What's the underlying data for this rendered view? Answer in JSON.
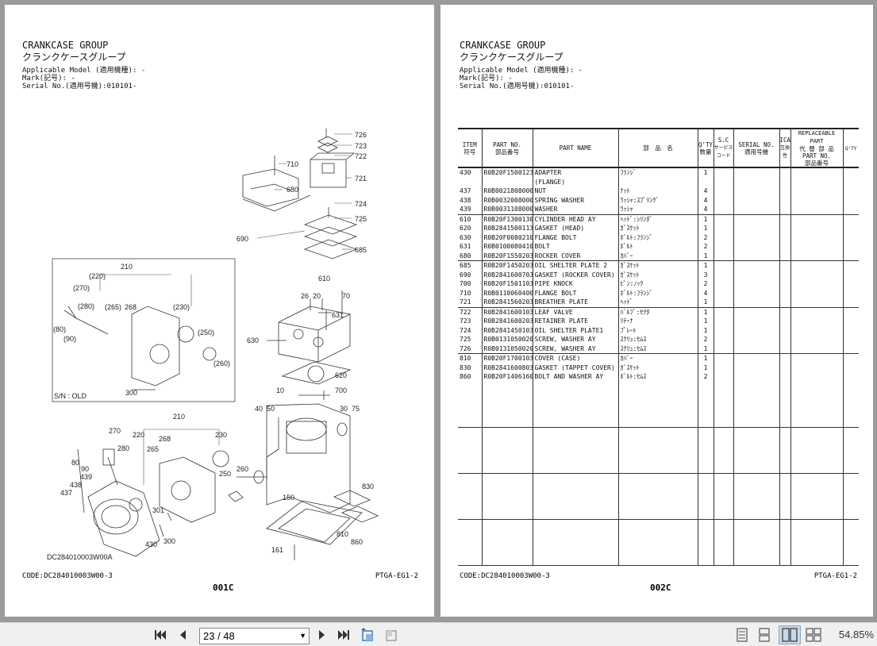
{
  "left_page": {
    "title": "CRANKCASE GROUP",
    "title_jp": "クランクケースグループ",
    "applicable_model": "Applicable Model (適用機種): -",
    "mark": "Mark(記号): -",
    "serial": "Serial No.(適用号機):010101-",
    "code": "CODE:DC284010003W00-3",
    "ref": "PTGA-EG1-2",
    "page_label": "001C",
    "diagram": {
      "callouts": [
        "726",
        "723",
        "722",
        "721",
        "710",
        "680",
        "724",
        "725",
        "690",
        "685",
        "610",
        "26",
        "20",
        "70",
        "631",
        "630",
        "620",
        "10",
        "700",
        "40",
        "50",
        "30",
        "75",
        "830",
        "810",
        "860",
        "150",
        "161",
        "210",
        "270",
        "280",
        "220",
        "265",
        "268",
        "230",
        "260",
        "250",
        "80",
        "90",
        "439",
        "438",
        "437",
        "301",
        "300",
        "430",
        "(270)",
        "(220)",
        "(280)",
        "(265)",
        "268",
        "(230)",
        "(80)",
        "(90)",
        "(250)",
        "(260)",
        "300",
        "210"
      ],
      "old_label": "S/N : OLD",
      "drawing_code": "DC284010003W00A"
    }
  },
  "right_page": {
    "title": "CRANKCASE GROUP",
    "title_jp": "クランクケースグループ",
    "applicable_model": "Applicable Model (適用機種): -",
    "mark": "Mark(記号): -",
    "serial": "Serial No.(適用号機):010101-",
    "code": "CODE:DC284010003W00-3",
    "ref": "PTGA-EG1-2",
    "page_label": "002C",
    "table": {
      "headers": {
        "item": "ITEM",
        "item_jp": "符号",
        "part_no": "PART NO.",
        "part_no_jp": "部品番号",
        "part_name": "PART NAME",
        "jp_name": "部　品　名",
        "qty": "Q'TY",
        "qty_jp": "数量",
        "sc": "S.C",
        "sc_jp": "サービスコード",
        "serial": "SERIAL NO.",
        "serial_jp": "適用号機",
        "ica": "ICA",
        "ica_jp": "互換性",
        "replaceable": "REPLACEABLE PART",
        "replaceable_jp": "代 替 部 品",
        "rep_part_no": "PART NO.",
        "rep_part_no_jp": "部品番号",
        "rep_qty": "Q'TY"
      },
      "rows": [
        {
          "item": "430",
          "part_no": "R0B20F1500123",
          "name": "ADAPTER",
          "jp": "ﾌﾗﾝｼﾞ",
          "qty": "1",
          "end": false
        },
        {
          "item": "",
          "part_no": "",
          "name": "(FLANGE)",
          "jp": "",
          "qty": "",
          "end": false
        },
        {
          "item": "437",
          "part_no": "R0B0021808000",
          "name": "NUT",
          "jp": "ﾅｯﾄ",
          "qty": "4",
          "end": false
        },
        {
          "item": "438",
          "part_no": "R0B0032008000",
          "name": "SPRING WASHER",
          "jp": "ﾜｯｼｬ:ｽﾌﾟﾘﾝｸﾞ",
          "qty": "4",
          "end": false
        },
        {
          "item": "439",
          "part_no": "R0B0031108000",
          "name": "WASHER",
          "jp": "ﾜｯｼｬ",
          "qty": "4",
          "end": true
        },
        {
          "item": "610",
          "part_no": "R0B20F1300130",
          "name": "CYLINDER HEAD AY",
          "jp": "ﾍｯﾄﾞ:ｼﾘﾝﾀﾞ",
          "qty": "1",
          "end": false
        },
        {
          "item": "620",
          "part_no": "R0B2841500113",
          "name": "GASKET (HEAD)",
          "jp": "ｶﾞｽｹｯﾄ",
          "qty": "1",
          "end": false
        },
        {
          "item": "630",
          "part_no": "R0B20F0080210",
          "name": "FLANGE BOLT",
          "jp": "ﾎﾞﾙﾄ:ﾌﾗﾝｼﾞ",
          "qty": "2",
          "end": false
        },
        {
          "item": "631",
          "part_no": "R0B0100080410",
          "name": "BOLT",
          "jp": "ﾎﾞﾙﾄ",
          "qty": "2",
          "end": false
        },
        {
          "item": "680",
          "part_no": "R0B20F1550203",
          "name": "ROCKER COVER",
          "jp": "ｶﾊﾞｰ",
          "qty": "1",
          "end": true
        },
        {
          "item": "685",
          "part_no": "R0B20F1450203",
          "name": "OIL SHELTER PLATE 2",
          "jp": "ｶﾞｽｹｯﾄ",
          "qty": "1",
          "end": false
        },
        {
          "item": "690",
          "part_no": "R0B2841600703",
          "name": "GASKET (ROCKER COVER)",
          "jp": "ｶﾞｽｹｯﾄ",
          "qty": "3",
          "end": false
        },
        {
          "item": "700",
          "part_no": "R0B20F1501103",
          "name": "PIPE KNOCK",
          "jp": "ﾋﾟﾝ:ﾉｯｸ",
          "qty": "2",
          "end": false
        },
        {
          "item": "710",
          "part_no": "R0B0110060400",
          "name": "FLANGE BOLT",
          "jp": "ﾎﾞﾙﾄ:ﾌﾗﾝｼﾞ",
          "qty": "4",
          "end": false
        },
        {
          "item": "721",
          "part_no": "R0B2841560203",
          "name": "BREATHER PLATE",
          "jp": "ﾍｯﾄﾞ",
          "qty": "1",
          "end": true
        },
        {
          "item": "722",
          "part_no": "R0B2841600103",
          "name": "LEAF VALVE",
          "jp": "ﾊﾞﾙﾌﾞ:ｾｸﾀ",
          "qty": "1",
          "end": false
        },
        {
          "item": "723",
          "part_no": "R0B2841600203",
          "name": "RETAINER PLATE",
          "jp": "ﾘﾃｰﾅ",
          "qty": "1",
          "end": false
        },
        {
          "item": "724",
          "part_no": "R0B2841450103",
          "name": "OIL SHELTER PLATE1",
          "jp": "ﾌﾟﾚｰﾄ",
          "qty": "1",
          "end": false
        },
        {
          "item": "725",
          "part_no": "R0B0131050020",
          "name": "SCREW, WASHER AY",
          "jp": "ｽｸﾘｭ:ｾﾑｽ",
          "qty": "2",
          "end": false
        },
        {
          "item": "726",
          "part_no": "R0B0131050020",
          "name": "SCREW, WASHER AY",
          "jp": "ｽｸﾘｭ:ｾﾑｽ",
          "qty": "1",
          "end": true
        },
        {
          "item": "810",
          "part_no": "R0B20F1700103",
          "name": "COVER (CASE)",
          "jp": "ｶﾊﾞｰ",
          "qty": "1",
          "end": false
        },
        {
          "item": "830",
          "part_no": "R0B2841600803",
          "name": "GASKET (TAPPET COVER)",
          "jp": "ｶﾞｽｹｯﾄ",
          "qty": "1",
          "end": false
        },
        {
          "item": "860",
          "part_no": "R0B20F1406160",
          "name": "BOLT AND WASHER AY",
          "jp": "ﾎﾞﾙﾄ:ｾﾑｽ",
          "qty": "2",
          "end": false
        }
      ]
    }
  },
  "toolbar": {
    "page_value": "23 / 48",
    "zoom": "54.85%",
    "icons": [
      "first-page-icon",
      "prev-page-icon",
      "next-page-icon",
      "last-page-icon",
      "rotate-clockwise-icon",
      "rotate-counterclockwise-icon",
      "single-page-icon",
      "continuous-icon",
      "two-page-icon",
      "two-page-continuous-icon"
    ]
  }
}
